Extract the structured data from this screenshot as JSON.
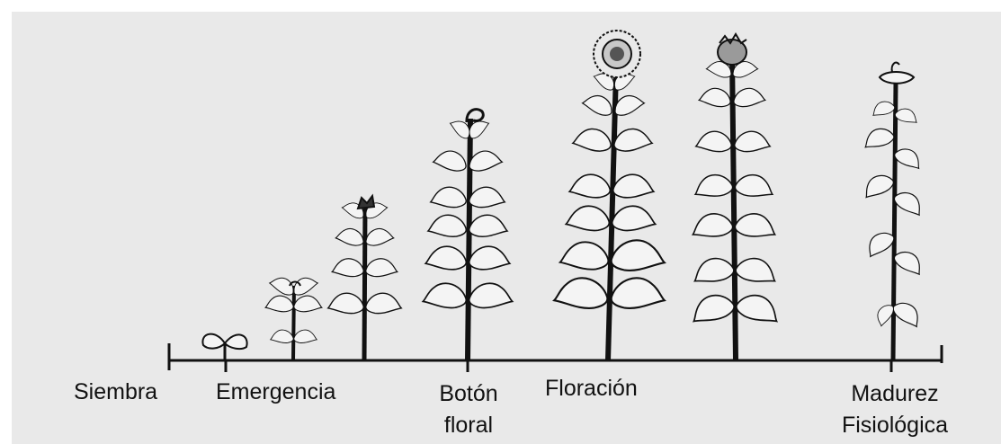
{
  "diagram": {
    "colors": {
      "background": "#e9e9e9",
      "ink": "#111111",
      "leaf_fill": "#f4f4f4"
    },
    "stages": [
      {
        "id": "siembra",
        "line1": "Siembra",
        "line2": ""
      },
      {
        "id": "emergencia",
        "line1": "Emergencia",
        "line2": ""
      },
      {
        "id": "boton-floral",
        "line1": "Botón",
        "line2": "floral"
      },
      {
        "id": "floracion",
        "line1": "Floración",
        "line2": ""
      },
      {
        "id": "madurez-fisiologica",
        "line1": "Madurez",
        "line2": "Fisiológica"
      }
    ]
  }
}
